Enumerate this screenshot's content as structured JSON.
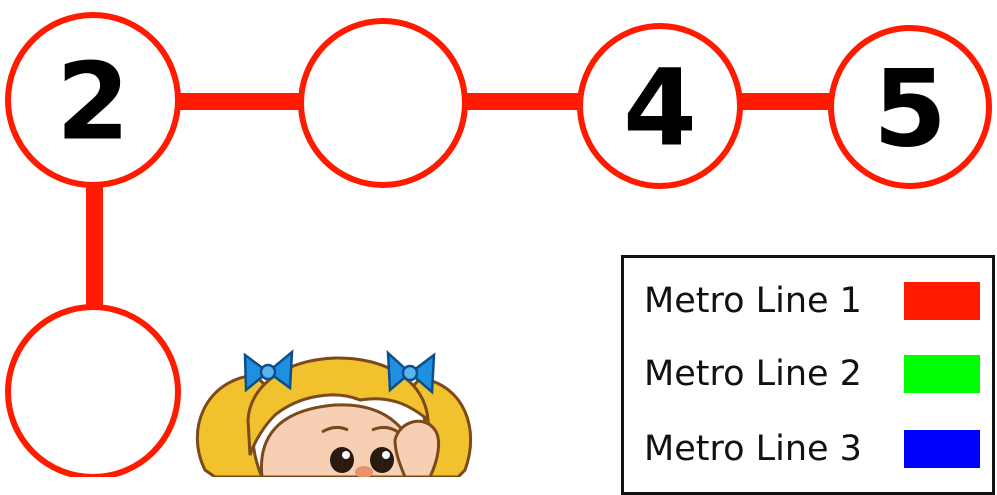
{
  "map": {
    "stations": [
      {
        "id": "top-1",
        "label": "2"
      },
      {
        "id": "top-2",
        "label": ""
      },
      {
        "id": "top-3",
        "label": "4"
      },
      {
        "id": "top-4",
        "label": "5"
      },
      {
        "id": "bottom-1",
        "label": ""
      }
    ],
    "line_color": "#ff1a00",
    "station_fill": "#ffffff"
  },
  "legend": {
    "items": [
      {
        "label": "Metro Line 1",
        "color": "#ff1a00"
      },
      {
        "label": "Metro Line 2",
        "color": "#00ff00"
      },
      {
        "label": "Metro Line 3",
        "color": "#0000ff"
      }
    ]
  },
  "illustration": {
    "character": "girl-with-ribbons",
    "hair_color": "#f2c12e",
    "ribbon_color": "#1f8fe0"
  }
}
